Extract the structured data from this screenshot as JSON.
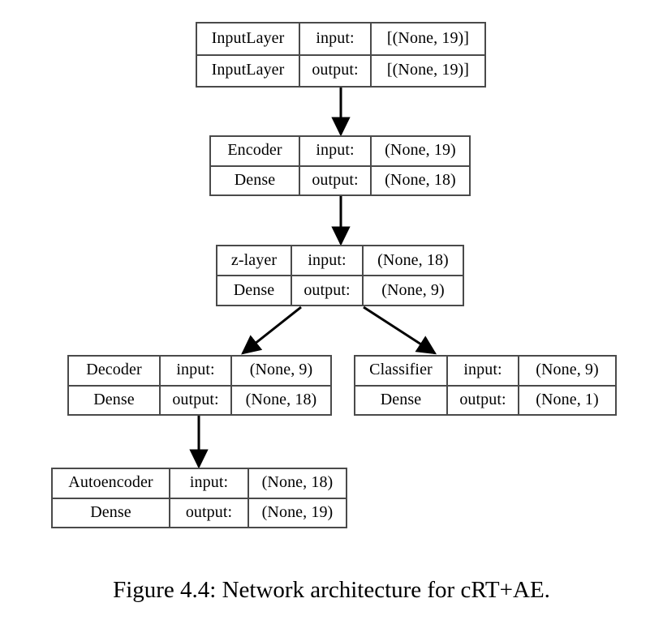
{
  "figure": {
    "caption": "Figure 4.4: Network architecture for cRT+AE.",
    "stroke_color": "#4a4a4a",
    "arrow_color": "#000000",
    "background": "#ffffff"
  },
  "nodes": [
    {
      "id": "input-layer",
      "top_name": "InputLayer",
      "bottom_name": "InputLayer",
      "input_label": "input:",
      "output_label": "output:",
      "input_shape": "[(None, 19)]",
      "output_shape": "[(None, 19)]"
    },
    {
      "id": "encoder",
      "top_name": "Encoder",
      "bottom_name": "Dense",
      "input_label": "input:",
      "output_label": "output:",
      "input_shape": "(None, 19)",
      "output_shape": "(None, 18)"
    },
    {
      "id": "z-layer",
      "top_name": "z-layer",
      "bottom_name": "Dense",
      "input_label": "input:",
      "output_label": "output:",
      "input_shape": "(None, 18)",
      "output_shape": "(None, 9)"
    },
    {
      "id": "decoder",
      "top_name": "Decoder",
      "bottom_name": "Dense",
      "input_label": "input:",
      "output_label": "output:",
      "input_shape": "(None, 9)",
      "output_shape": "(None, 18)"
    },
    {
      "id": "classifier",
      "top_name": "Classifier",
      "bottom_name": "Dense",
      "input_label": "input:",
      "output_label": "output:",
      "input_shape": "(None, 9)",
      "output_shape": "(None, 1)"
    },
    {
      "id": "autoencoder",
      "top_name": "Autoencoder",
      "bottom_name": "Dense",
      "input_label": "input:",
      "output_label": "output:",
      "input_shape": "(None, 18)",
      "output_shape": "(None, 19)"
    }
  ],
  "edges": [
    {
      "from": "input-layer",
      "to": "encoder"
    },
    {
      "from": "encoder",
      "to": "z-layer"
    },
    {
      "from": "z-layer",
      "to": "decoder"
    },
    {
      "from": "z-layer",
      "to": "classifier"
    },
    {
      "from": "decoder",
      "to": "autoencoder"
    }
  ]
}
